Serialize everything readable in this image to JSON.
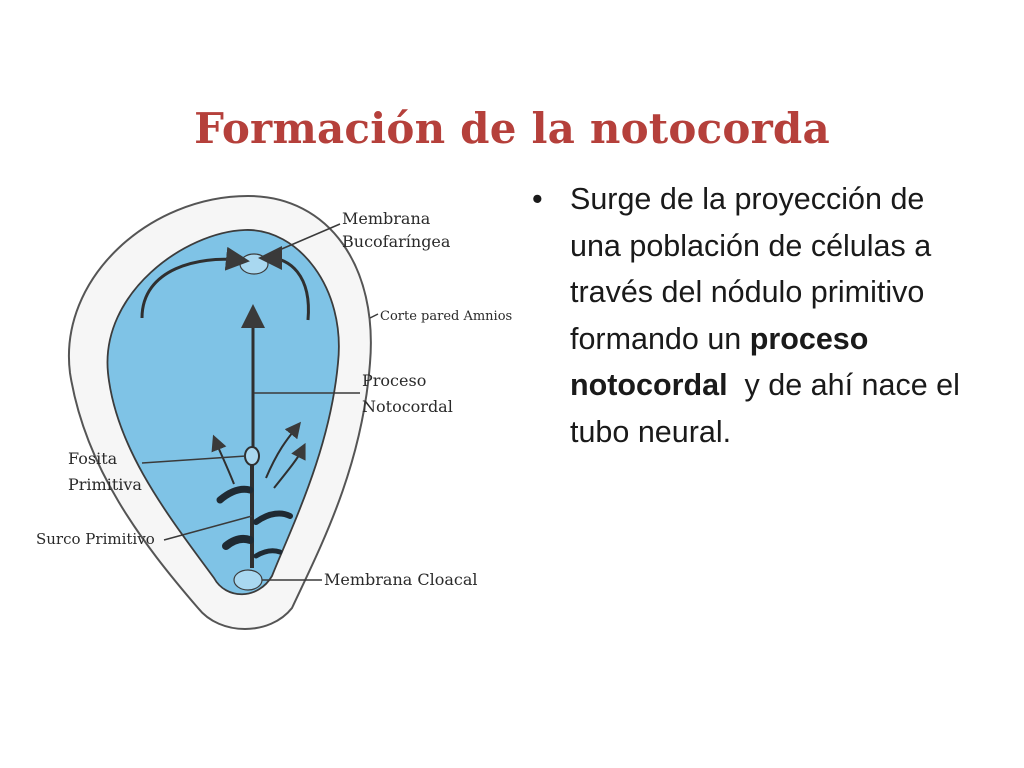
{
  "slide": {
    "title": "Formación de la notocorda"
  },
  "diagram": {
    "labels": {
      "membrana": "Membrana",
      "bucofaringea": "Bucofaríngea",
      "corte": "Corte pared Amnios",
      "proceso": "Proceso",
      "notocordal": "Notocordal",
      "fosita": "Fosita",
      "primitiva": "Primitiva",
      "surco": "Surco Primitivo",
      "cloacal": "Membrana Cloacal"
    },
    "colors": {
      "embryo_fill": "#7fc3e6",
      "embryo_stroke": "#4a4a4a",
      "amnion_fill": "#f6f6f6"
    }
  },
  "bullet": {
    "marker": "•",
    "part1": "Surge de la proyección de una población de células a través del nódulo primitivo formando un ",
    "bold1": "proceso notocordal",
    "part2": "  y de ahí nace el tubo neural."
  }
}
